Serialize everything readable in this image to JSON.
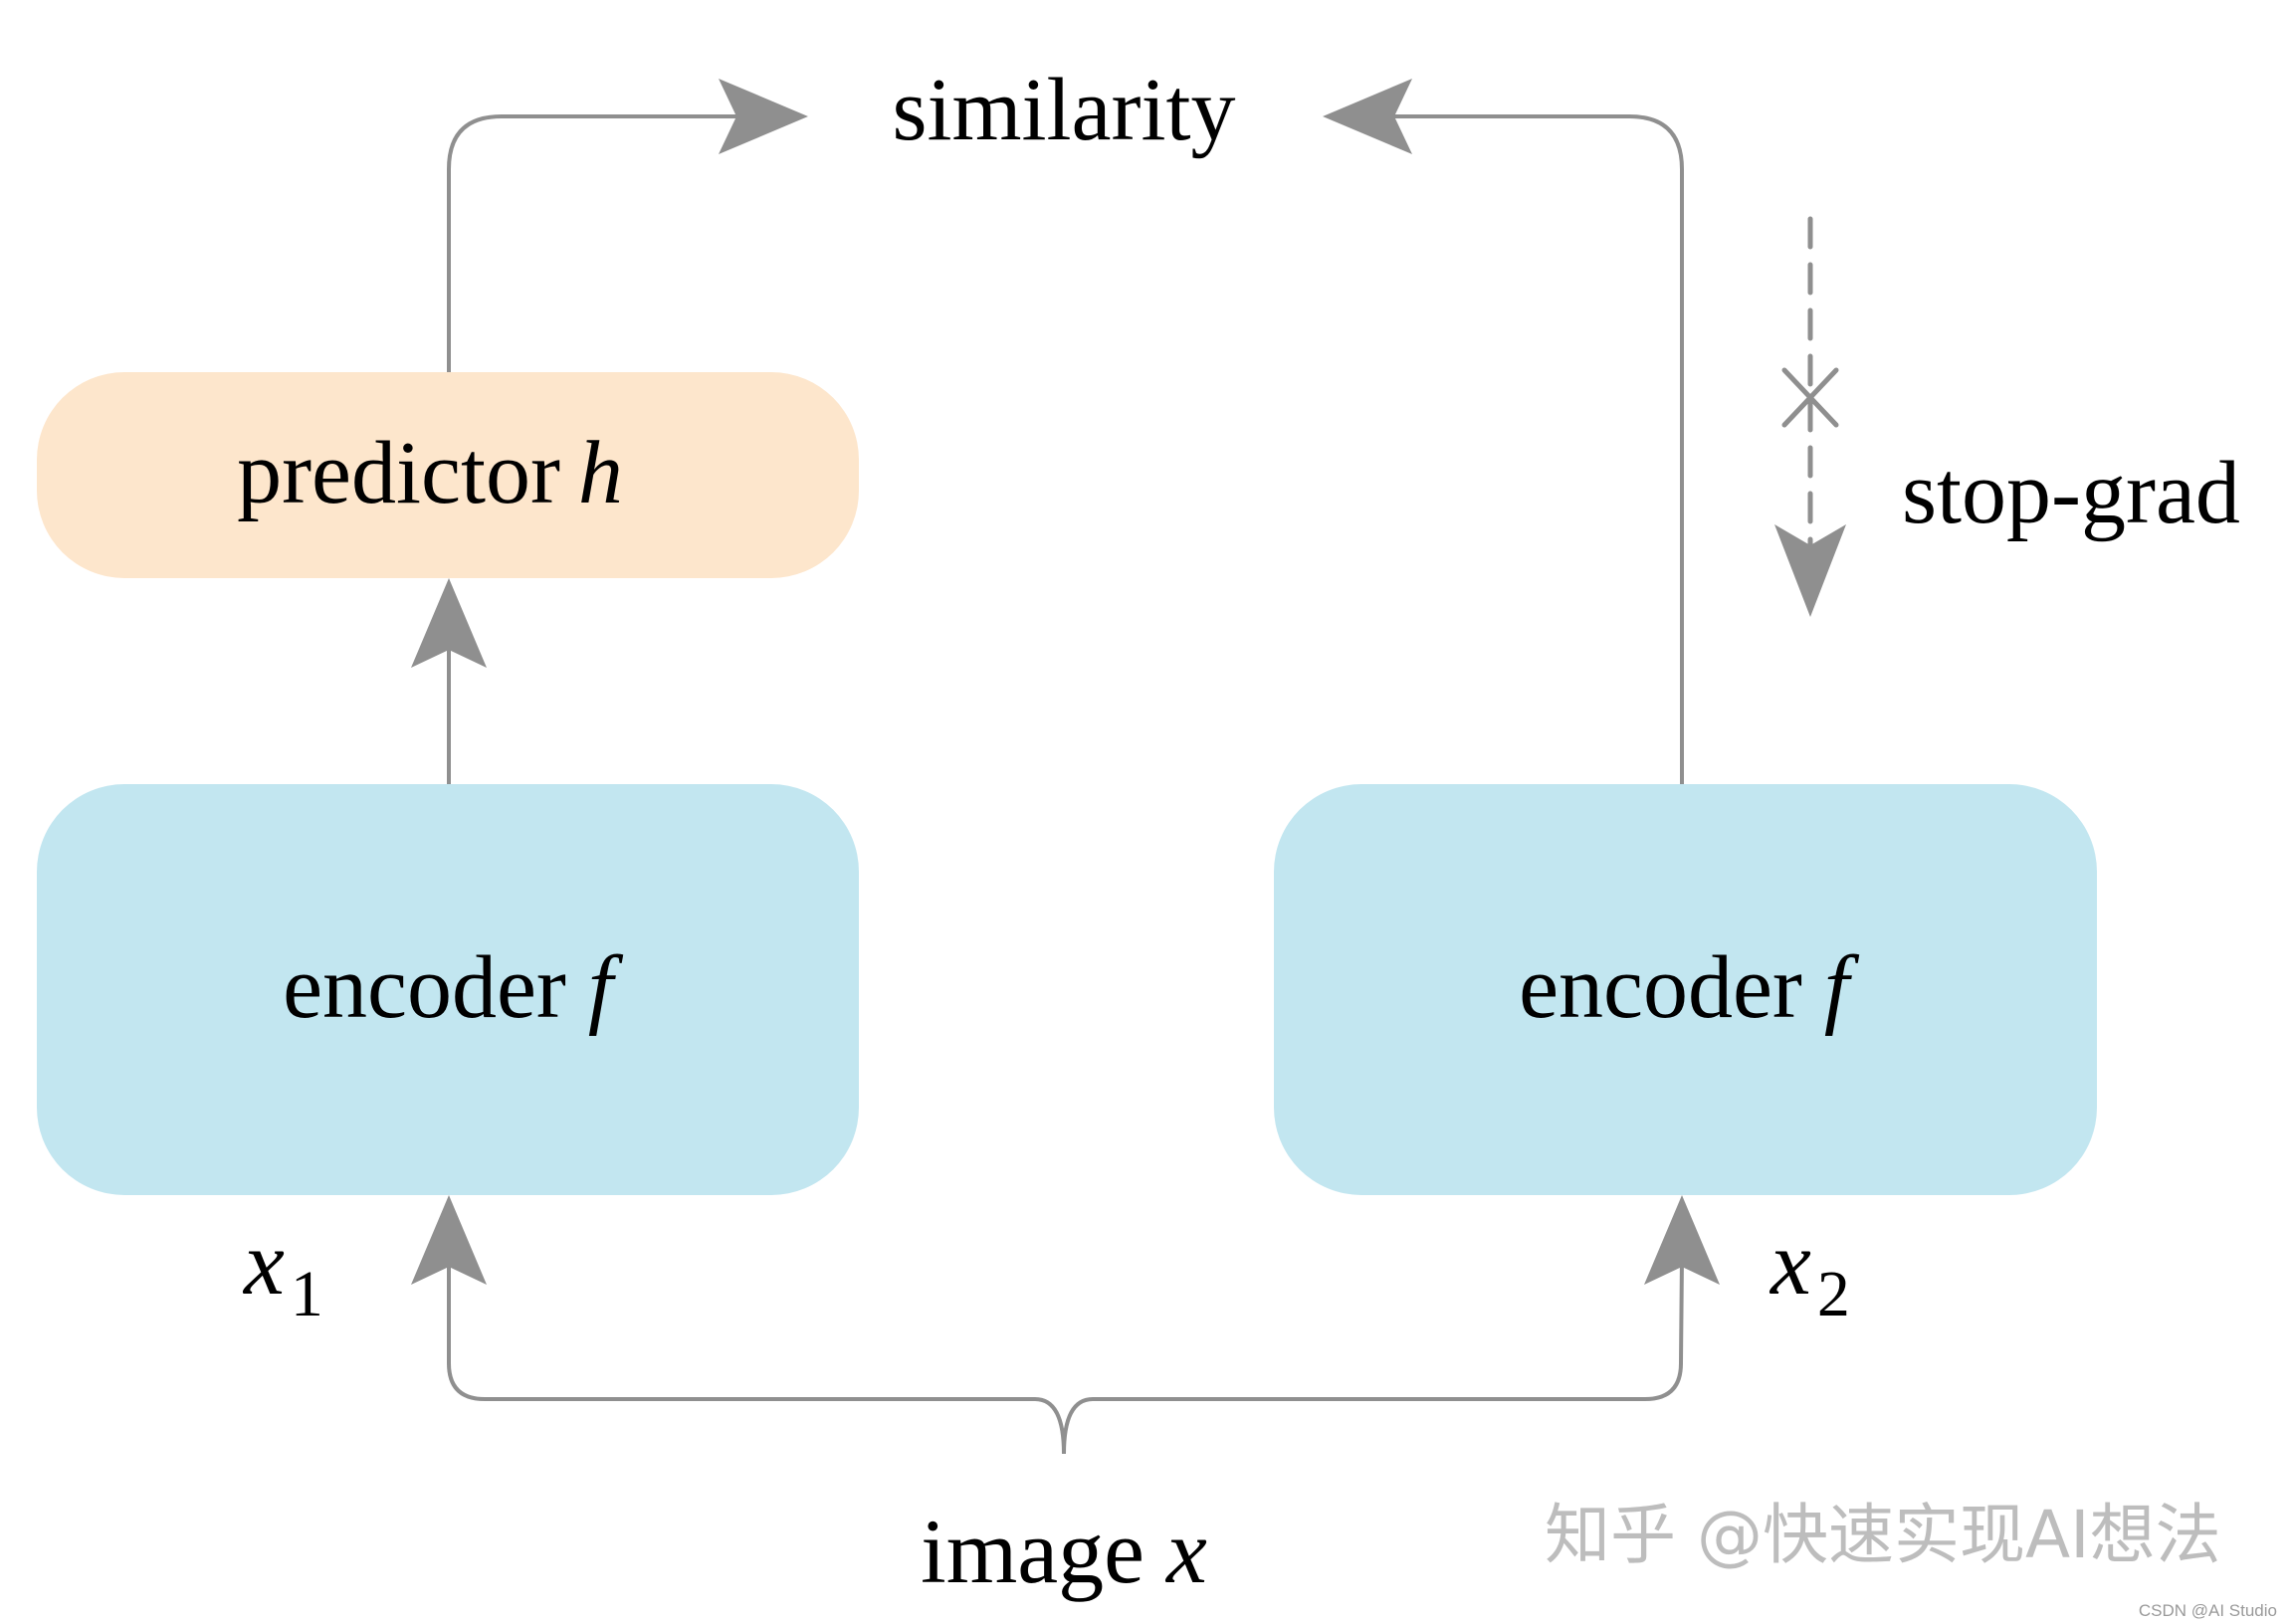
{
  "diagram": {
    "title_node": "similarity",
    "predictor": {
      "label": "predictor",
      "symbol": "h"
    },
    "encoder_left": {
      "label": "encoder",
      "symbol": "f"
    },
    "encoder_right": {
      "label": "encoder",
      "symbol": "f"
    },
    "view_left": {
      "var": "x",
      "sub": "1"
    },
    "view_right": {
      "var": "x",
      "sub": "2"
    },
    "input": {
      "label": "image",
      "symbol": "x"
    },
    "stop_grad": "stop-grad",
    "colors": {
      "predictor_fill": "#fde6cc",
      "encoder_fill": "#c2e6f0",
      "arrow": "#8f8f8f",
      "text": "#000000"
    }
  },
  "watermark": {
    "main": "知乎 @快速实现AI想法",
    "small": "CSDN @AI Studio"
  }
}
